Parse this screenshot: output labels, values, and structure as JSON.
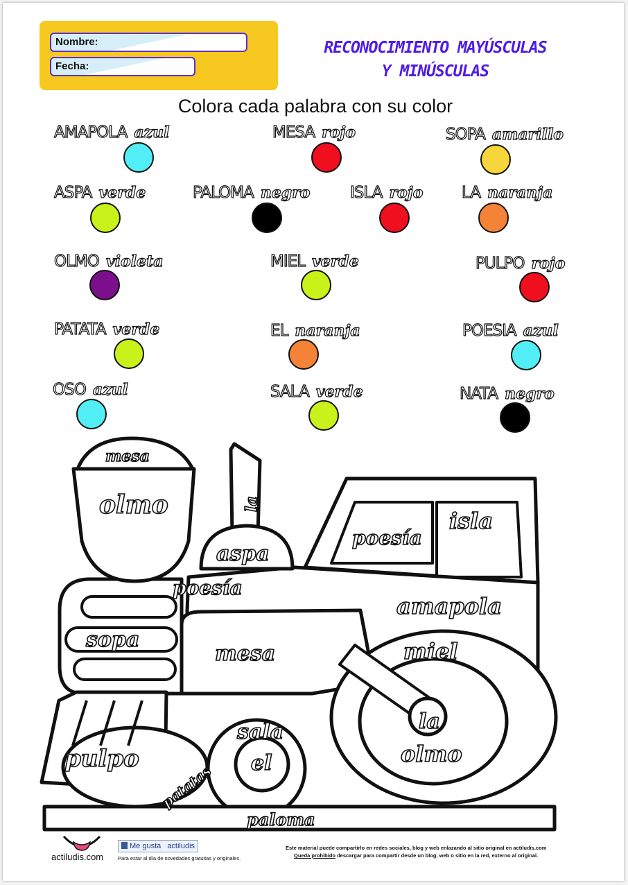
{
  "header": {
    "name_label": "Nombre:",
    "date_label": "Fecha:",
    "title_line1": "RECONOCIMIENTO MAYÚSCULAS",
    "title_line2": "Y MINÚSCULAS",
    "instruction": "Colora cada palabra con su color"
  },
  "legend": [
    {
      "word": "AMAPOLA",
      "color_name": "azul",
      "hex": "#52eef6"
    },
    {
      "word": "MESA",
      "color_name": "rojo",
      "hex": "#ef0f1e"
    },
    {
      "word": "SOPA",
      "color_name": "amarillo",
      "hex": "#f6d63a"
    },
    {
      "word": "ASPA",
      "color_name": "verde",
      "hex": "#c8f21a"
    },
    {
      "word": "PALOMA",
      "color_name": "negro",
      "hex": "#000000"
    },
    {
      "word": "ISLA",
      "color_name": "rojo",
      "hex": "#ef0f1e"
    },
    {
      "word": "LA",
      "color_name": "naranja",
      "hex": "#f48237"
    },
    {
      "word": "OLMO",
      "color_name": "violeta",
      "hex": "#7b0f8c"
    },
    {
      "word": "MIEL",
      "color_name": "verde",
      "hex": "#c8f21a"
    },
    {
      "word": "PULPO",
      "color_name": "rojo",
      "hex": "#ef0f1e"
    },
    {
      "word": "PATATA",
      "color_name": "verde",
      "hex": "#c8f21a"
    },
    {
      "word": "EL",
      "color_name": "naranja",
      "hex": "#f48237"
    },
    {
      "word": "POESIA",
      "color_name": "azul",
      "hex": "#52eef6"
    },
    {
      "word": "OSO",
      "color_name": "azul",
      "hex": "#52eef6"
    },
    {
      "word": "SALA",
      "color_name": "verde",
      "hex": "#c8f21a"
    },
    {
      "word": "NATA",
      "color_name": "negro",
      "hex": "#000000"
    }
  ],
  "tractor_words": {
    "mesa_top": "mesa",
    "olmo_top": "olmo",
    "la_chimney": "la",
    "aspa": "aspa",
    "poesia_cabin": "poesía",
    "isla": "isla",
    "poesia_body": "poesía",
    "amapola": "amapola",
    "sopa": "sopa",
    "mesa_body": "mesa",
    "miel": "miel",
    "la_wheel": "la",
    "olmo_wheel": "olmo",
    "pulpo": "pulpo",
    "patatas": "patatas",
    "sala": "sala",
    "el": "el",
    "paloma": "paloma"
  },
  "footer": {
    "site": "actiludis.com",
    "like_label": "Me gusta",
    "like_page": "actiludis",
    "subscribe": "Para estar al día de novedades gratuitas y originales.",
    "notice1": "Este material puede compartirlo en redes sociales, blog y web enlazando al sitio original en actiludis.com",
    "notice2_em": "Queda prohibido",
    "notice2_rest": " descargar para compartir desde un blog, web o sitio en la red, externo al original."
  }
}
